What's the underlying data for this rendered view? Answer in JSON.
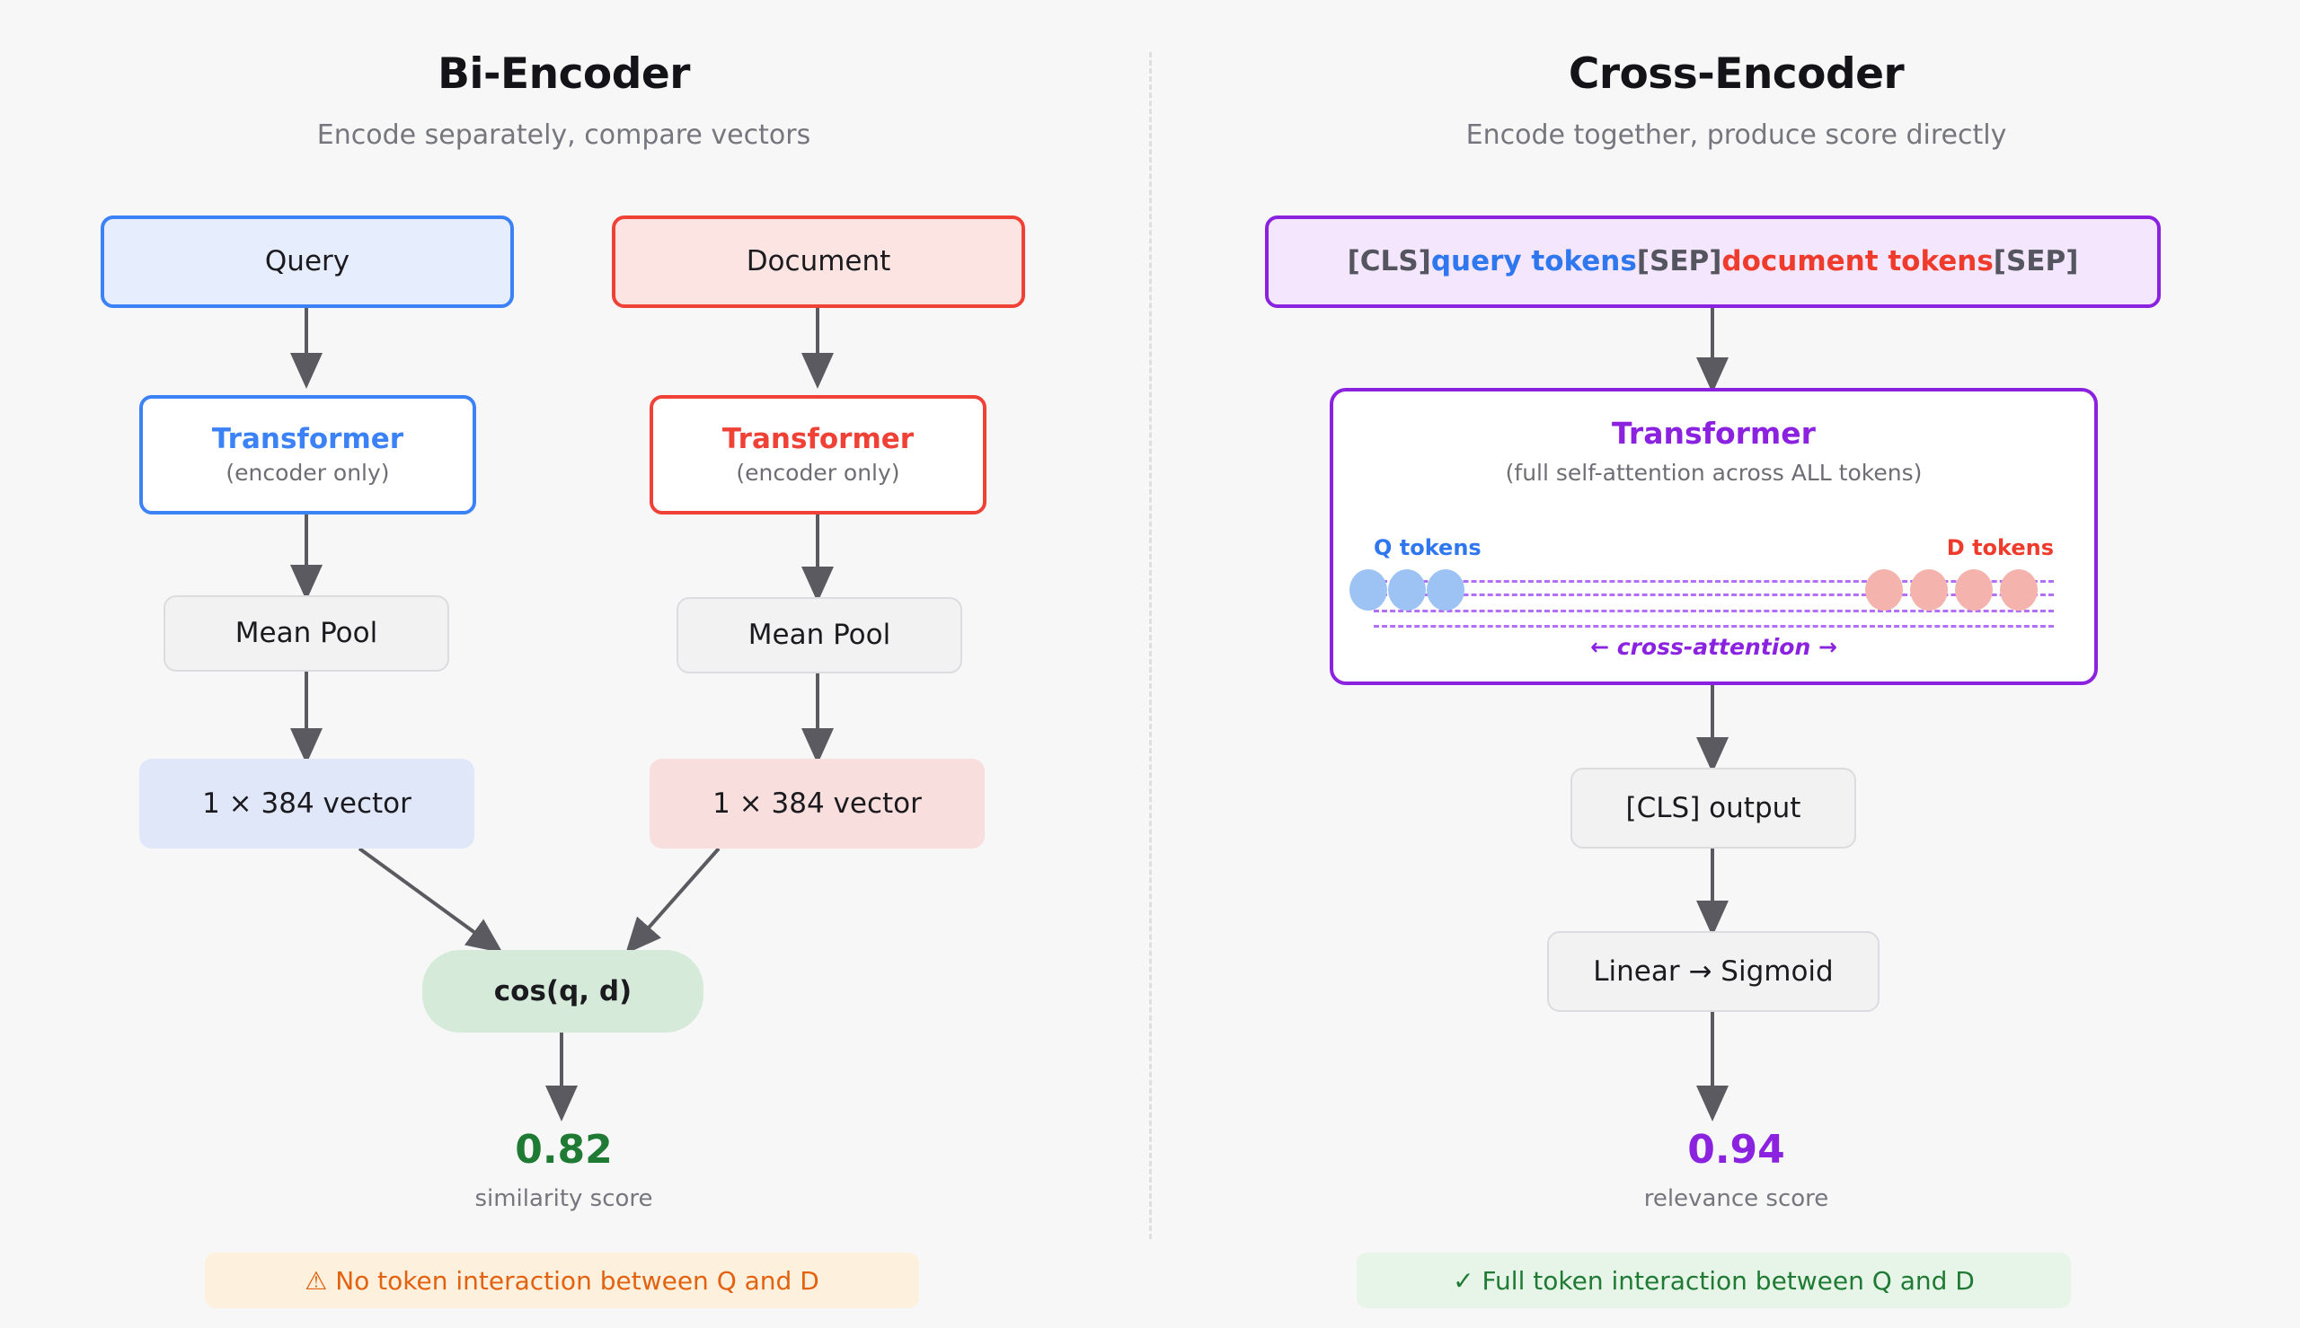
{
  "left": {
    "title": "Bi-Encoder",
    "subtitle": "Encode separately, compare vectors",
    "query_box": "Query",
    "document_box": "Document",
    "transformer_q_title": "Transformer",
    "transformer_q_sub": "(encoder only)",
    "transformer_d_title": "Transformer",
    "transformer_d_sub": "(encoder only)",
    "pool_q": "Mean Pool",
    "pool_d": "Mean Pool",
    "vector_q": "1 × 384 vector",
    "vector_d": "1 × 384 vector",
    "cosine": "cos(q, d)",
    "score_value": "0.82",
    "score_label": "similarity score",
    "banner": "⚠ No token interaction between Q and D"
  },
  "right": {
    "title": "Cross-Encoder",
    "subtitle": "Encode together, produce score directly",
    "tokens": {
      "cls_open": "[CLS]",
      "query_tokens": "query tokens",
      "sep_mid": "[SEP]",
      "document_tokens": "document tokens",
      "sep_end": "[SEP]"
    },
    "transformer_title": "Transformer",
    "transformer_sub": "(full self-attention across ALL tokens)",
    "q_tokens_label": "Q tokens",
    "d_tokens_label": "D tokens",
    "cross_attention_label": "← cross-attention →",
    "cls_output": "[CLS] output",
    "linear_sigmoid": "Linear → Sigmoid",
    "score_value": "0.94",
    "score_label": "relevance score",
    "banner": "✓ Full token interaction between Q and D"
  },
  "colors": {
    "blue": "#3b82f6",
    "red": "#ef4136",
    "purple": "#8b22e0",
    "green": "#1f7a34",
    "orange": "#e2620f",
    "arrow": "#5a5a60",
    "background": "#f7f7f8"
  },
  "chart_data": {
    "type": "diagram",
    "title": "Bi-Encoder vs Cross-Encoder",
    "panels": [
      {
        "name": "Bi-Encoder",
        "nodes": [
          "Query",
          "Document",
          "Transformer (encoder only)",
          "Transformer (encoder only)",
          "Mean Pool",
          "Mean Pool",
          "1 × 384 vector",
          "1 × 384 vector",
          "cos(q, d)"
        ],
        "output": {
          "value": 0.82,
          "label": "similarity score"
        },
        "note": "No token interaction between Q and D"
      },
      {
        "name": "Cross-Encoder",
        "nodes": [
          "[CLS]query tokens[SEP]document tokens[SEP]",
          "Transformer (full self-attention across ALL tokens)",
          "[CLS] output",
          "Linear → Sigmoid"
        ],
        "q_token_count": 3,
        "d_token_count": 4,
        "attention_lines": 4,
        "output": {
          "value": 0.94,
          "label": "relevance score"
        },
        "note": "Full token interaction between Q and D"
      }
    ]
  }
}
